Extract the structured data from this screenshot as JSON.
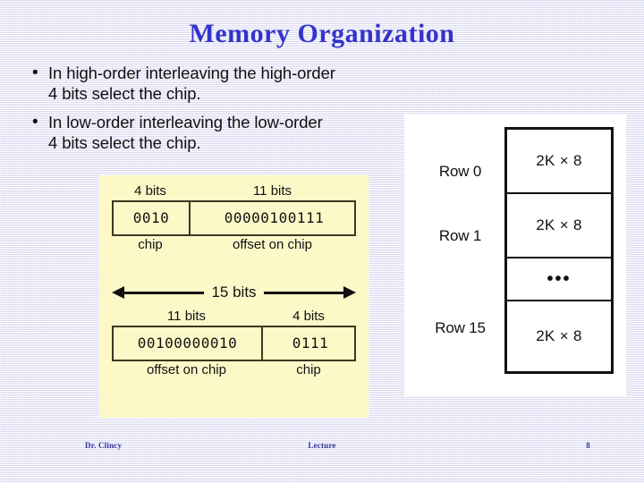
{
  "slide": {
    "title": "Memory Organization",
    "title_color": "#3333cc",
    "background_color": "#e6e6f7"
  },
  "bullets": [
    {
      "marker": "•",
      "line1": "In high-order interleaving the high-order",
      "line2": "4 bits select the chip."
    },
    {
      "marker": "•",
      "line1": "In low-order interleaving the low-order",
      "line2": "4 bits select the chip."
    }
  ],
  "bits_diagram": {
    "panel_color": "#fcf8c8",
    "high_order": {
      "left_header": "4 bits",
      "right_header": "11 bits",
      "left_value": "0010",
      "right_value": "00000100111",
      "left_footer": "chip",
      "right_footer": "offset on chip"
    },
    "span": {
      "label": "15 bits"
    },
    "low_order": {
      "left_header": "11 bits",
      "right_header": "4 bits",
      "left_value": "00100000010",
      "right_value": "0111",
      "left_footer": "offset on chip",
      "right_footer": "chip"
    }
  },
  "rows_diagram": {
    "panel_color": "#ffffff",
    "labels": [
      "Row 0",
      "Row 1",
      "Row 15"
    ],
    "cells": [
      "2K × 8",
      "2K × 8",
      "•••",
      "2K × 8"
    ]
  },
  "footer": {
    "author": "Dr. Clincy",
    "center": "Lecture",
    "page_number": "8"
  }
}
